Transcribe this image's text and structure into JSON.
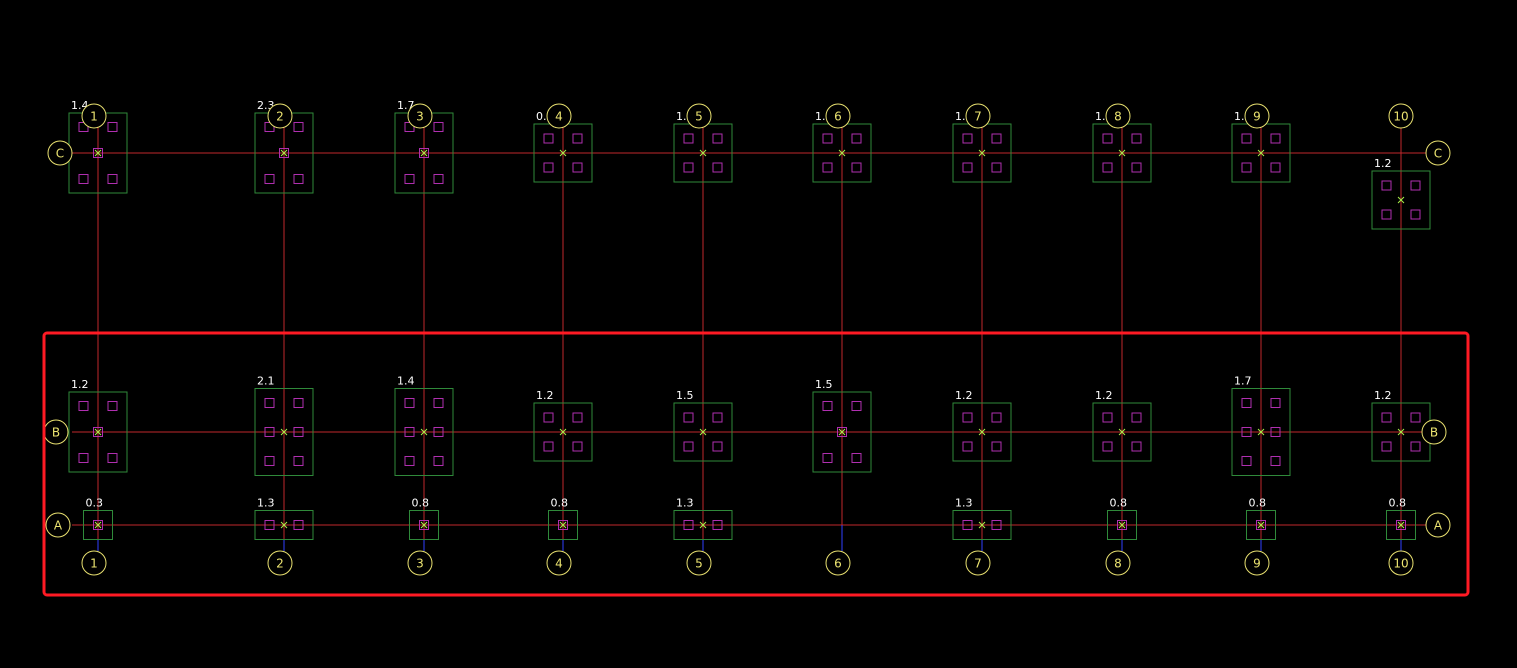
{
  "colors": {
    "background": "#000000",
    "grid_line": "#c0282d",
    "grid_line_vertical_stub": "#3040ff",
    "footing_outline": "#2f8a3a",
    "pile": "#b02fb0",
    "bubble": "#e8e070",
    "bubble_text": "#ece470",
    "label_text": "#ffffff",
    "center_mark": "#a8f04a",
    "selection": "#ff1a24"
  },
  "grid": {
    "columns": [
      "1",
      "2",
      "3",
      "4",
      "5",
      "6",
      "7",
      "8",
      "9",
      "10"
    ],
    "rows": [
      "C",
      "B",
      "A"
    ]
  },
  "footings": {
    "C": [
      {
        "col": "1",
        "label": "1.4",
        "piles": 4
      },
      {
        "col": "2",
        "label": "2.3",
        "piles": 4
      },
      {
        "col": "3",
        "label": "1.7",
        "piles": 4
      },
      {
        "col": "4",
        "label": "0.9",
        "piles": 4
      },
      {
        "col": "5",
        "label": "1.4",
        "piles": 4
      },
      {
        "col": "6",
        "label": "1.4",
        "piles": 4
      },
      {
        "col": "7",
        "label": "1.1",
        "piles": 4
      },
      {
        "col": "8",
        "label": "1.1",
        "piles": 4
      },
      {
        "col": "9",
        "label": "1.8",
        "piles": 4
      },
      {
        "col": "10",
        "label": "1.2",
        "piles": 4
      }
    ],
    "B": [
      {
        "col": "1",
        "label": "1.2",
        "piles": 4
      },
      {
        "col": "2",
        "label": "2.1",
        "piles": 6
      },
      {
        "col": "3",
        "label": "1.4",
        "piles": 6
      },
      {
        "col": "4",
        "label": "1.2",
        "piles": 4
      },
      {
        "col": "5",
        "label": "1.5",
        "piles": 4
      },
      {
        "col": "6",
        "label": "1.5",
        "piles": 4
      },
      {
        "col": "7",
        "label": "1.2",
        "piles": 4
      },
      {
        "col": "8",
        "label": "1.2",
        "piles": 4
      },
      {
        "col": "9",
        "label": "1.7",
        "piles": 6
      },
      {
        "col": "10",
        "label": "1.2",
        "piles": 4
      }
    ],
    "A": [
      {
        "col": "1",
        "label": "0.3",
        "piles": 1
      },
      {
        "col": "2",
        "label": "1.3",
        "piles": 2
      },
      {
        "col": "3",
        "label": "0.8",
        "piles": 1
      },
      {
        "col": "4",
        "label": "0.8",
        "piles": 1
      },
      {
        "col": "5",
        "label": "1.3",
        "piles": 2
      },
      {
        "col": "7",
        "label": "1.3",
        "piles": 2
      },
      {
        "col": "8",
        "label": "0.8",
        "piles": 1
      },
      {
        "col": "9",
        "label": "0.8",
        "piles": 1
      },
      {
        "col": "10",
        "label": "0.8",
        "piles": 1
      }
    ]
  }
}
